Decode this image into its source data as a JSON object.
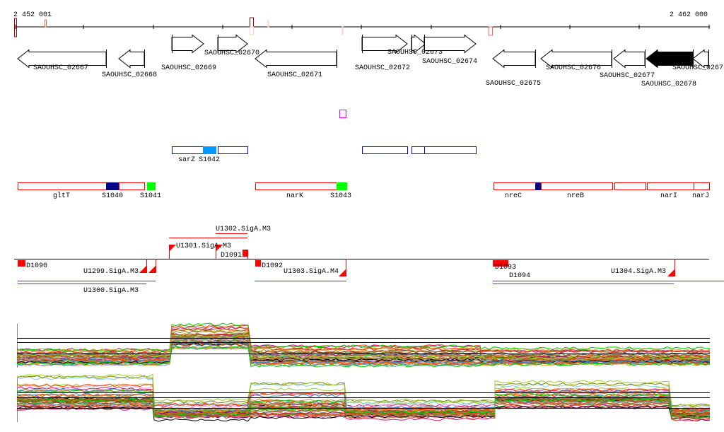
{
  "ruler": {
    "start_label": "2 452 001",
    "end_label": "2 462 000"
  },
  "genes": [
    {
      "label": "SAOUHSC_02667",
      "strand": "-"
    },
    {
      "label": "SAOUHSC_02668",
      "strand": "-"
    },
    {
      "label": "SAOUHSC_02669",
      "strand": "+"
    },
    {
      "label": "SAOUHSC_02670",
      "strand": "+"
    },
    {
      "label": "SAOUHSC_02671",
      "strand": "-"
    },
    {
      "label": "SAOUHSC_02672",
      "strand": "+"
    },
    {
      "label": "SAOUHSC_02673",
      "strand": "+"
    },
    {
      "label": "SAOUHSC_02674",
      "strand": "+"
    },
    {
      "label": "SAOUHSC_02675",
      "strand": "-"
    },
    {
      "label": "SAOUHSC_02676",
      "strand": "-"
    },
    {
      "label": "SAOUHSC_02677",
      "strand": "-"
    },
    {
      "label": "SAOUHSC_02678",
      "strand": "-",
      "selected": true
    },
    {
      "label": "SAOUHSC_0267",
      "strand": "-"
    }
  ],
  "blue_track": {
    "labels": [
      "sarZ",
      "S1042"
    ]
  },
  "red_track": {
    "labels": [
      "gltT",
      "S1040",
      "S1041",
      "narK",
      "S1043",
      "nreC",
      "nreB",
      "narI",
      "narJ"
    ]
  },
  "promoters": {
    "labels": [
      "D1090",
      "U1299.SigA.M3",
      "U1300.SigA.M3",
      "U1301.SigA.M3",
      "U1302.SigA.M3",
      "D1091",
      "D1092",
      "U1303.SigA.M4",
      "D1093",
      "D1094",
      "U1304.SigA.M3"
    ]
  },
  "colors": {
    "gene_selected": "#000000",
    "feature_red": "#ff0000",
    "feature_blue": "#0000ff",
    "sarZ_fill": "#0099ff",
    "navy": "#000088",
    "green": "#00ff00",
    "magenta": "#ff00ff",
    "expression_palette": [
      "#e05020",
      "#d2691e",
      "#808000",
      "#9acd32",
      "#00cc00",
      "#800080",
      "#c71585",
      "#ff6347",
      "#b22222",
      "#5f9ea0",
      "#87ceeb",
      "#daa520",
      "#a0522d",
      "#cd853f",
      "#dda0dd",
      "#000000",
      "#ff4500",
      "#6b8e23",
      "#8b4513",
      "#4682b4"
    ]
  }
}
